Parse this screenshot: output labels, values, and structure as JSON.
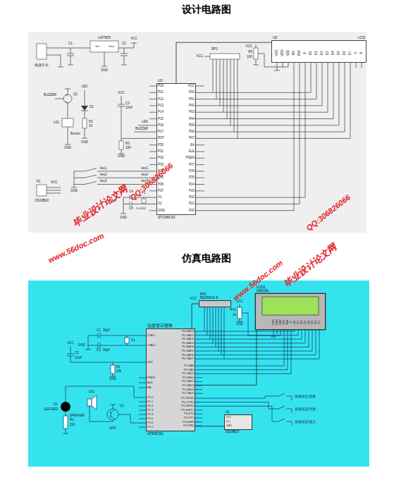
{
  "diagram": {
    "title": "设计电路图",
    "nodes": [
      {
        "text": [
          "U3",
          "STC89C51"
        ]
      },
      {
        "text": [
          "U2",
          "LCD"
        ]
      },
      {
        "text": [
          "温度显示报警",
          "AT89C51"
        ]
      },
      {
        "text": [
          "RP2",
          "RESPACK-8"
        ]
      },
      {
        "text": [
          "LCD1",
          "LM016L"
        ]
      },
      {
        "text": [
          "U1",
          "DS18B20"
        ]
      }
    ],
    "edges": [
      {
        "from": 0,
        "to": 1,
        "arrow": "none"
      },
      {
        "from": 2,
        "to": 3,
        "arrow": "none"
      },
      {
        "from": 2,
        "to": 4,
        "arrow": "none"
      },
      {
        "from": 2,
        "to": 5,
        "arrow": "none"
      }
    ],
    "labels": [
      "仿真电路图",
      "电源开关",
      "LM7805",
      "Vin",
      "Vout",
      "C1",
      "C2",
      "VCC",
      "GND",
      "BUZZER",
      "Q1",
      "LS1",
      "Buzzer",
      "GND",
      "LED",
      "D1",
      "R1",
      "1K",
      "GND",
      "VCC",
      "C3",
      "10uF",
      "R3",
      "10K",
      "GND",
      "key1",
      "key2",
      "key3",
      "GND",
      "P1",
      "DS18B20",
      "VCC",
      "Y1",
      "11.0592",
      "C4",
      "C5",
      "22pF",
      "GND",
      "LED",
      "BUZZER",
      "key1",
      "key2",
      "key3",
      "P10",
      "P11",
      "P12",
      "P13",
      "P14",
      "P15",
      "P16",
      "P17",
      "RST",
      "P30",
      "P31",
      "P32",
      "P33",
      "P34",
      "P35",
      "P36",
      "P37",
      "X1",
      "X2",
      "GND",
      "VCC",
      "P00",
      "P01",
      "P02",
      "P03",
      "P04",
      "P05",
      "P06",
      "P07",
      "EA",
      "ALE",
      "PSEN",
      "P27",
      "P26",
      "P25",
      "P24",
      "P23",
      "P22",
      "P21",
      "P20",
      "RP1",
      "VCC",
      "VCC",
      "R5",
      "10K",
      "VSS",
      "VDD",
      "VEE",
      "RS",
      "RW",
      "E",
      "D0",
      "D1",
      "D2",
      "D3",
      "D4",
      "D5",
      "D6",
      "D7",
      "A",
      "K",
      "QQ:306826066",
      "毕业设计论文网",
      "www.56doc.com",
      "www.56doc.com",
      "QQ:306826066",
      "毕业设计论文网",
      "VCC",
      "C1",
      "30pF",
      "C2",
      "30pF",
      "X1",
      "GND",
      "C3",
      "10uF",
      "R1",
      "10k",
      "GND",
      "XTAL1",
      "XTAL2",
      "RST",
      "PSEN",
      "ALE",
      "EA",
      "P1.0",
      "P1.1",
      "P1.2",
      "P1.3",
      "P1.4",
      "P1.5",
      "P1.6",
      "P1.7",
      "P0.0/AD0",
      "P0.1/AD1",
      "P0.2/AD2",
      "P0.3/AD3",
      "P0.4/AD4",
      "P0.5/AD5",
      "P0.6/AD6",
      "P0.7/AD7",
      "P2.0/A8",
      "P2.1/A9",
      "P2.2/A10",
      "P2.3/A11",
      "P2.4/A12",
      "P2.5/A13",
      "P2.6/A14",
      "P2.7/A15",
      "P3.0/RXD",
      "P3.1/TXD",
      "P3.2/INT0",
      "P3.3/INT1",
      "P3.4/T0",
      "P3.5/T1",
      "P3.6/WR",
      "P3.7/RD",
      "VCC",
      "VCC",
      "RV1",
      "1k",
      "GND",
      "VSS",
      "VDD",
      "VEE",
      "RS",
      "RW",
      "E",
      "D0",
      "D1",
      "D2",
      "D3",
      "D4",
      "D5",
      "D6",
      "D7",
      "D1",
      "LED-RED",
      "R2",
      "220",
      "LS1",
      "SPEAKER",
      "Q1",
      "NPN",
      "VCC",
      "DQ",
      "GND",
      "温度设定选择",
      "温度设定增加",
      "温度设定减少"
    ]
  }
}
